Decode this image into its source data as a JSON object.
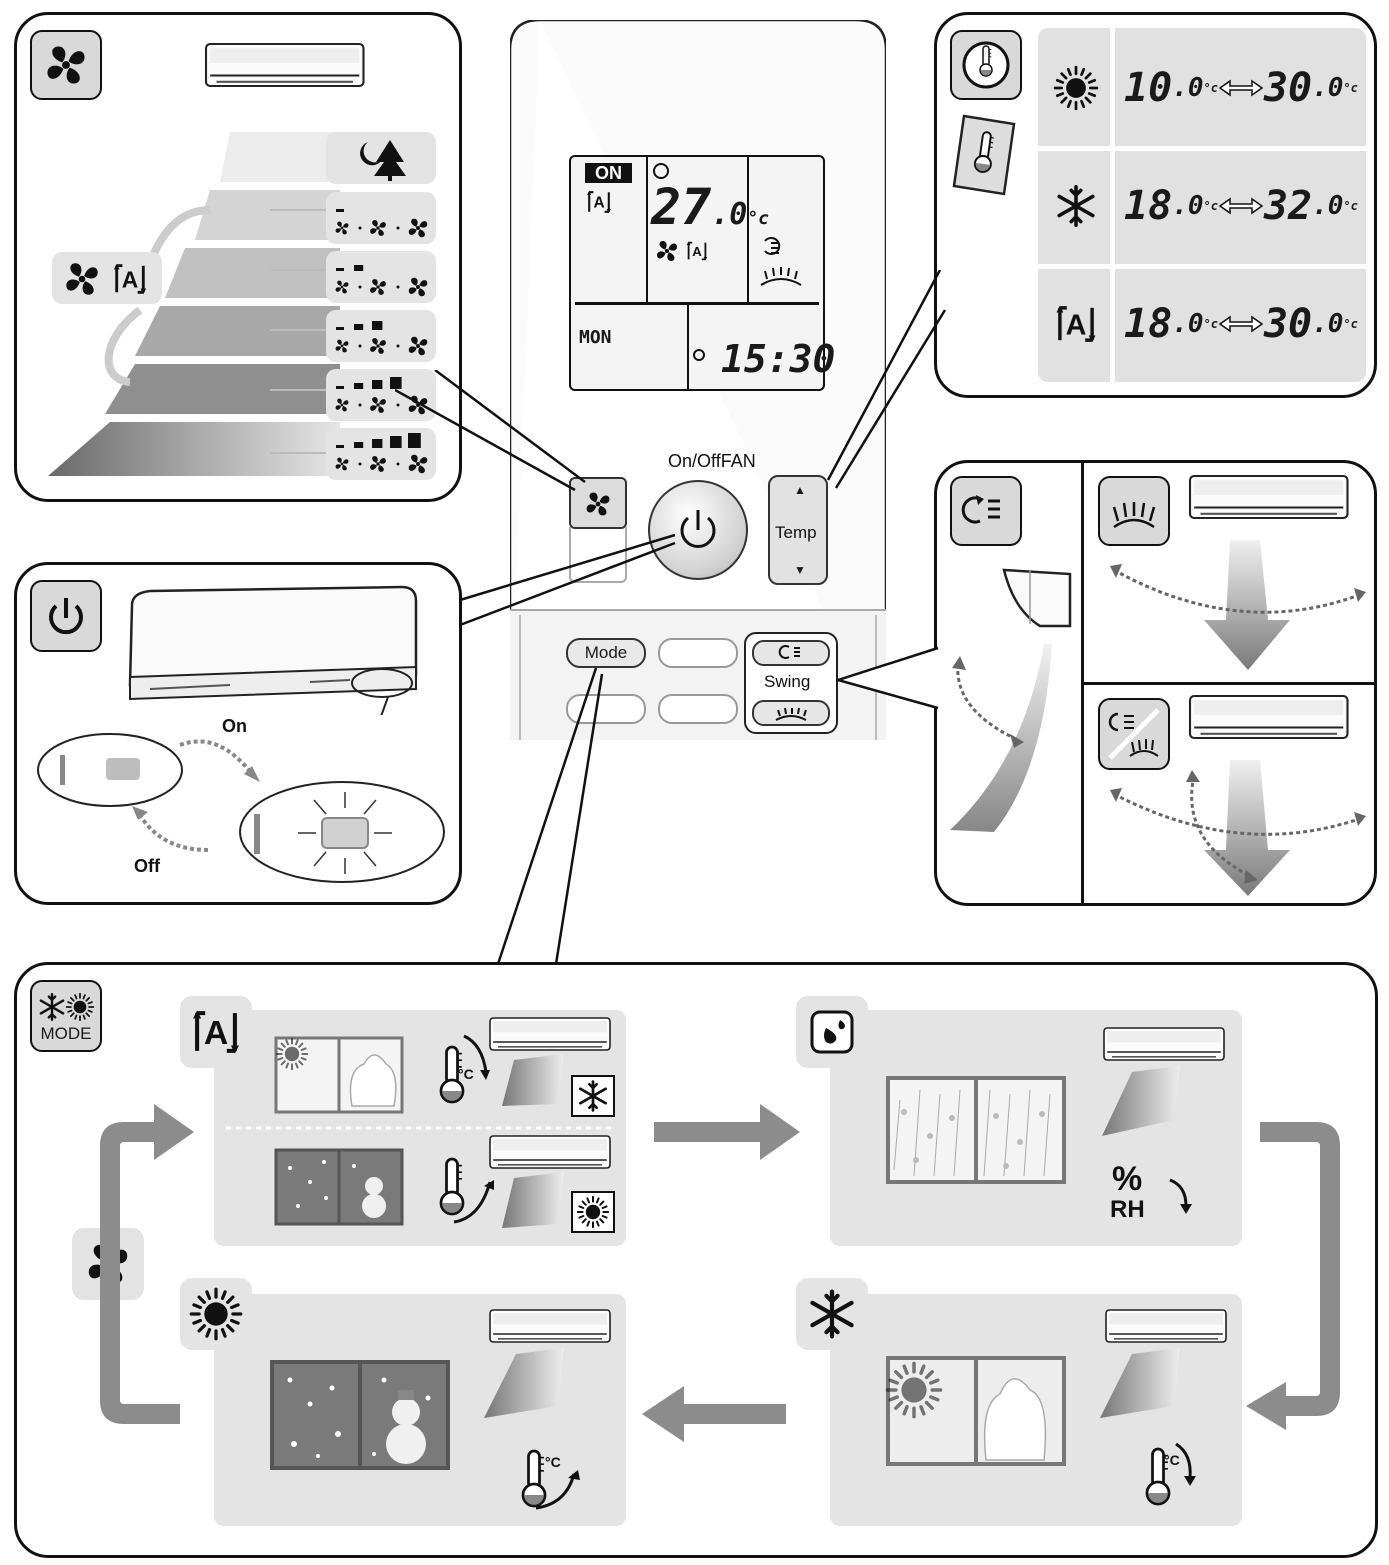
{
  "remote": {
    "lcd": {
      "on_badge": "ON",
      "temperature": "27",
      "temperature_decimal": ".0",
      "temperature_unit": "°c",
      "day": "MON",
      "time": "15:30"
    },
    "on_off_label": "On/OffFAN",
    "temp_label": "Temp",
    "mode_label": "Mode",
    "swing_label": "Swing"
  },
  "fan_panel": {
    "levels": [
      "quiet",
      "low",
      "medium-low",
      "medium",
      "medium-high",
      "high"
    ],
    "auto_icon": "fan-auto-icon"
  },
  "power_panel": {
    "on_label": "On",
    "off_label": "Off"
  },
  "temp_panel": {
    "rows": [
      {
        "icon": "sun-icon",
        "min": "10.0",
        "max": "30.0",
        "unit": "°c"
      },
      {
        "icon": "snowflake-icon",
        "min": "18.0",
        "max": "32.0",
        "unit": "°c"
      },
      {
        "icon": "auto-mode-icon",
        "min": "18.0",
        "max": "30.0",
        "unit": "°c"
      }
    ]
  },
  "mode_panel": {
    "badge_label": "MODE",
    "auto_c_label": "°C",
    "dry_label_top": "%",
    "dry_label_bottom": "RH",
    "heat_c_label": "°C",
    "cool_c_label": "°C",
    "modes": [
      "auto",
      "dry",
      "cool",
      "heat",
      "fan"
    ]
  },
  "colors": {
    "panel_border": "#111111",
    "icon_bg": "#d9d9d9",
    "scene_bg": "#e4e4e4",
    "arrow_gray": "#8c8c8c"
  }
}
